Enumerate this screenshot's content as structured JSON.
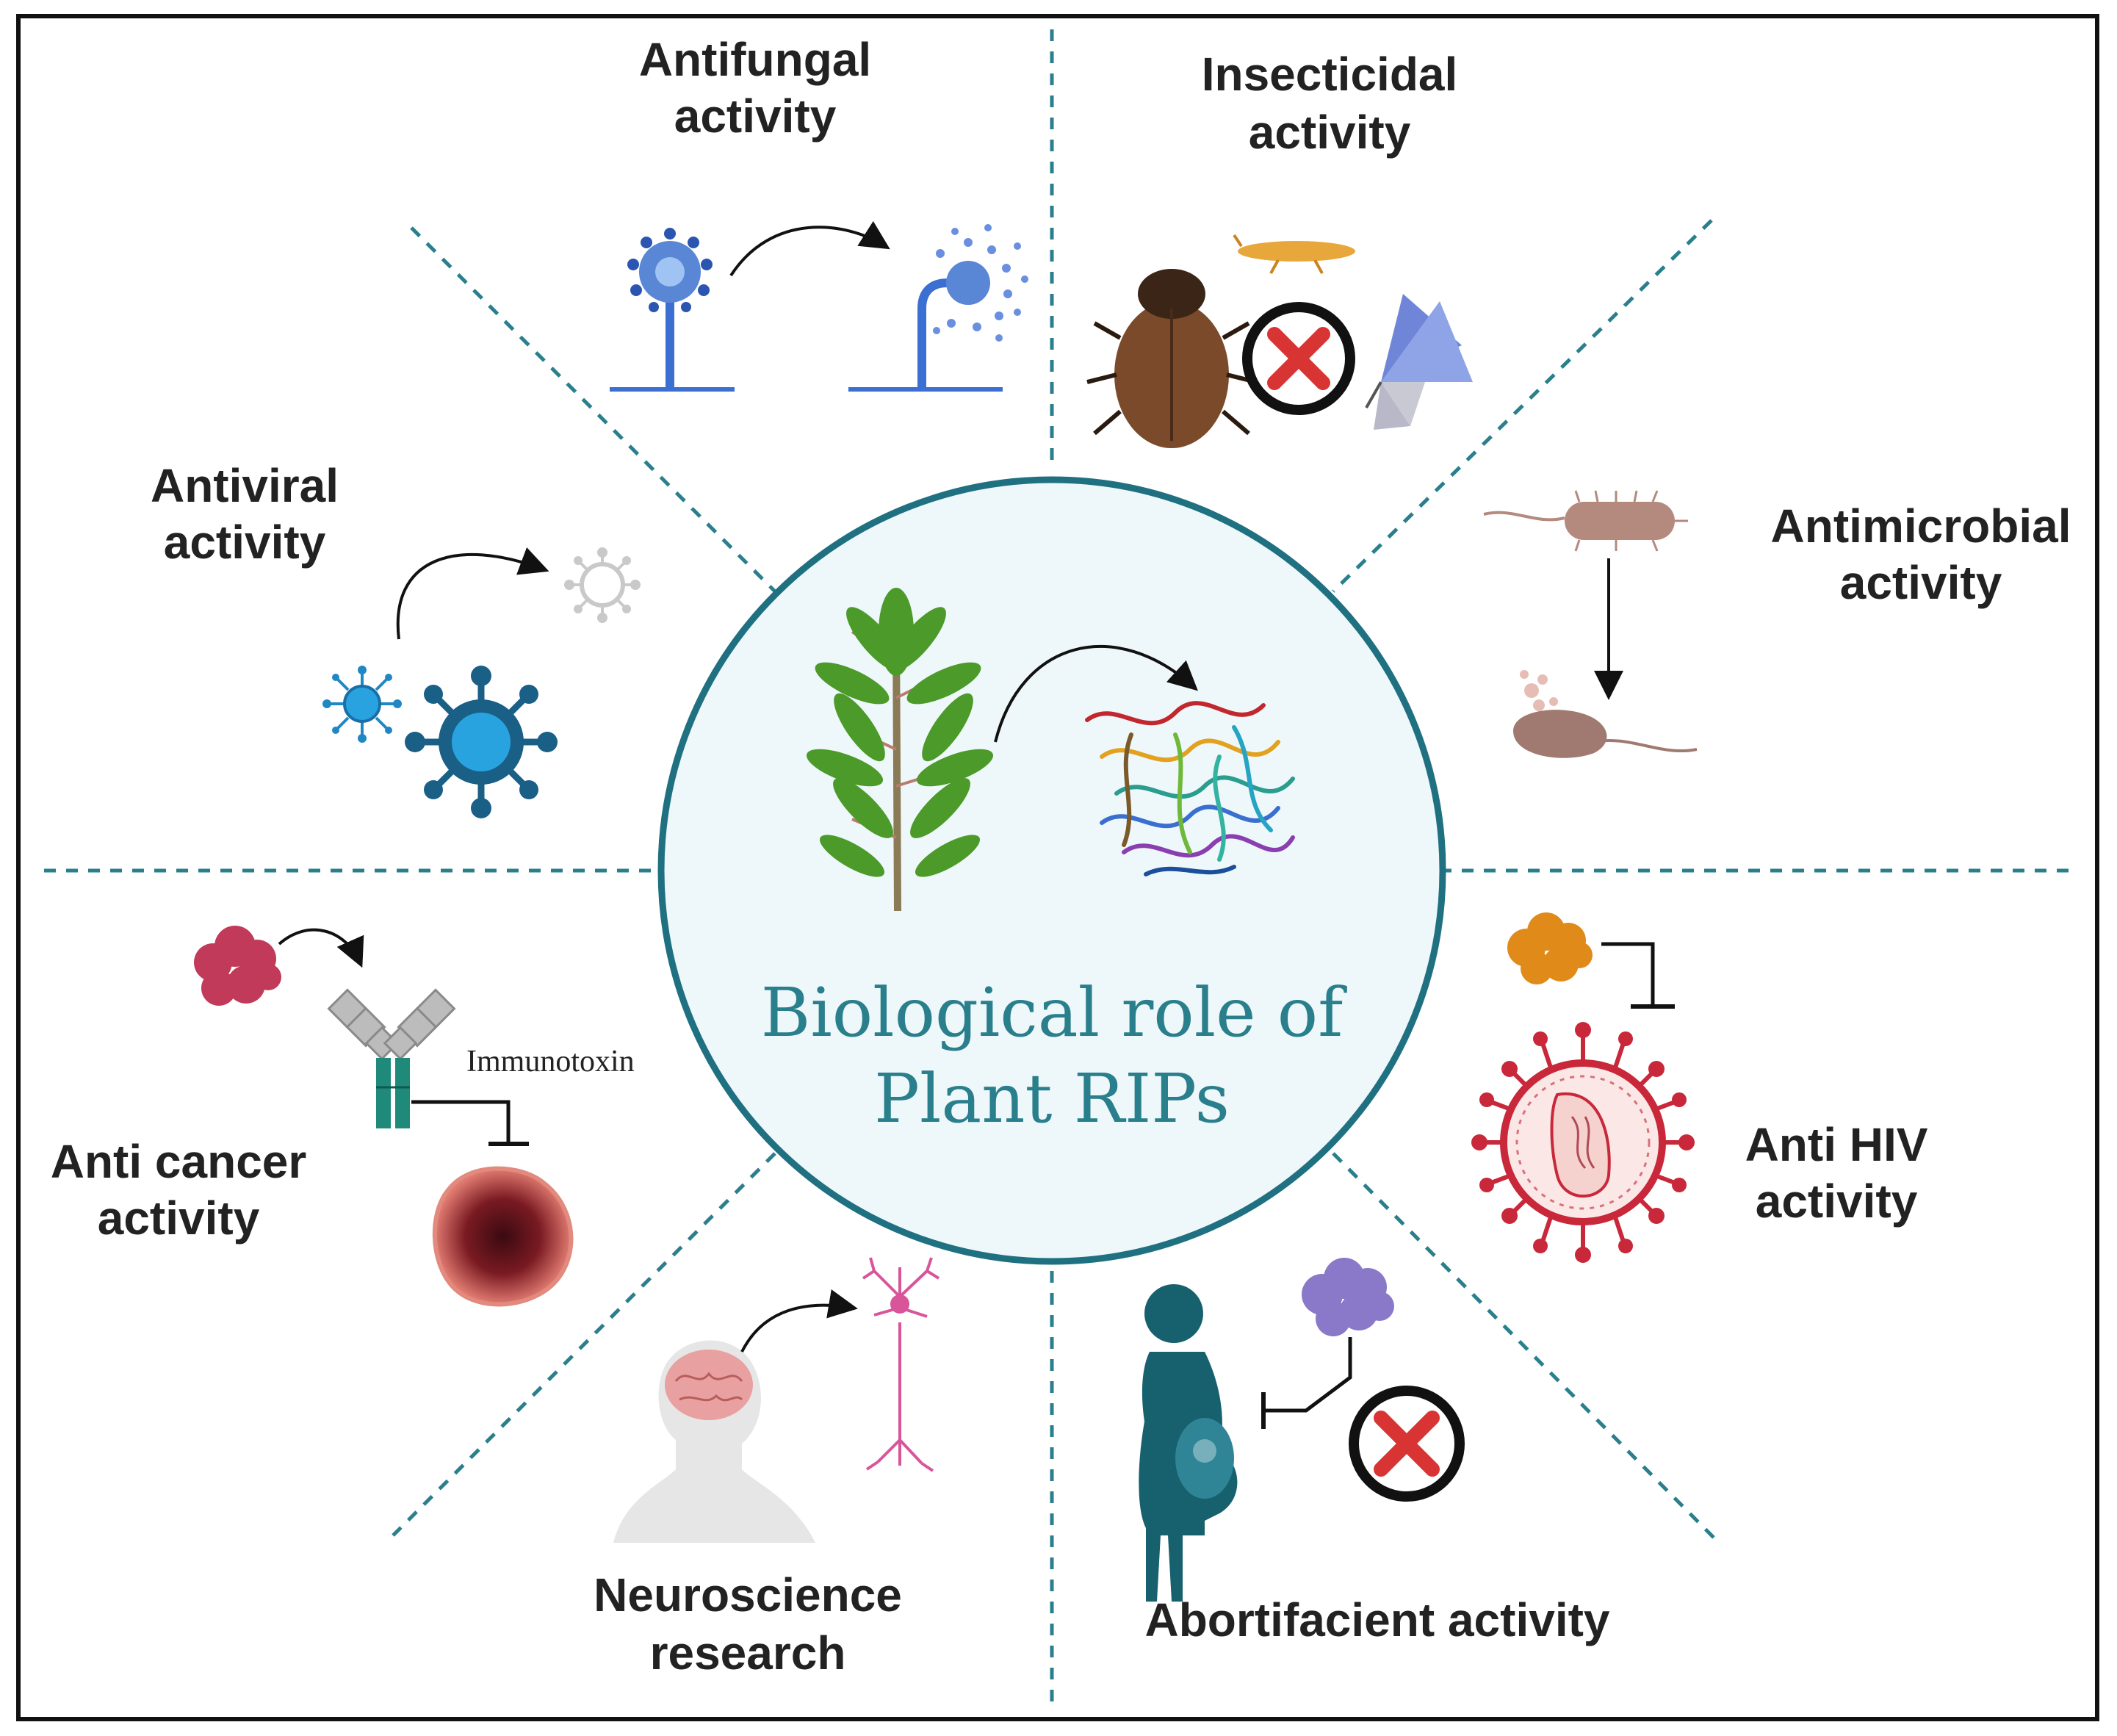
{
  "center": {
    "title_line1": "Biological role of",
    "title_line2": "Plant RIPs"
  },
  "labels": {
    "antifungal": [
      "Antifungal",
      "activity"
    ],
    "insecticidal": [
      "Insecticidal",
      "activity"
    ],
    "antimicrobial": [
      "Antimicrobial",
      "activity"
    ],
    "anti_hiv": [
      "Anti HIV",
      "activity"
    ],
    "abortifacient": [
      "Abortifacient activity"
    ],
    "neuroscience": [
      "Neuroscience",
      "research"
    ],
    "anti_cancer": [
      "Anti cancer",
      "activity"
    ],
    "antiviral": [
      "Antiviral",
      "activity"
    ]
  },
  "immunotoxin_label": "Immunotoxin",
  "colors": {
    "frame": "#111111",
    "circle_stroke": "#1f7080",
    "circle_fill": "#eef8fb",
    "title": "#2a7f8c",
    "divider": "#2a7f8c",
    "label": "#222222",
    "virus_blue": "#1f87c4",
    "virus_dark": "#1a5f86",
    "fungus_blue": "#3b6fd1",
    "cancer_red": "#c23a5a",
    "hiv_red": "#c8283a",
    "hiv_orange": "#e08a1a",
    "protein_purple": "#8a78c8",
    "pregnant_teal": "#17606e",
    "leaf_green": "#4c9a2a",
    "antibody_teal": "#1f8a7a",
    "neuron_pink": "#d8559a",
    "bacteria_brown": "#b48a7e",
    "x_red": "#d93434"
  },
  "icons": [
    "plant-icon",
    "protein-structure-icon",
    "fungus-icon",
    "beetle-icon",
    "thrips-icon",
    "butterfly-icon",
    "x-mark-icon",
    "bacteria-icon",
    "hiv-virus-icon",
    "protein-blob-icon",
    "pregnant-woman-icon",
    "human-head-icon",
    "neuron-icon",
    "antibody-icon",
    "tumor-icon",
    "virus-icon"
  ]
}
